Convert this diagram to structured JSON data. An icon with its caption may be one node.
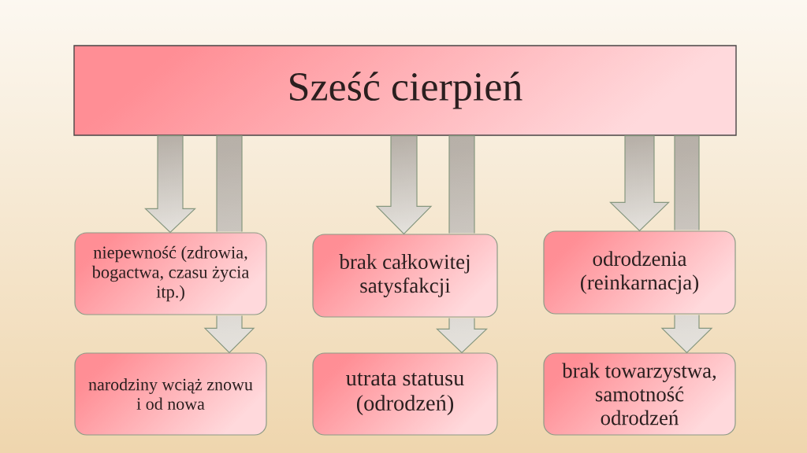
{
  "diagram": {
    "nodes": [
      {
        "text": [
          "Sześć cierpień"
        ]
      },
      {
        "text": [
          "niepewność (zdrowia, bogactwa, czasu życia itp.)"
        ]
      },
      {
        "text": [
          "brak całkowitej satysfakcji"
        ]
      },
      {
        "text": [
          "odrodzenia (reinkarnacja)"
        ]
      },
      {
        "text": [
          "narodziny wciąż znowu i od nowa"
        ]
      },
      {
        "text": [
          "utrata statusu (odrodzeń)"
        ]
      },
      {
        "text": [
          "brak towarzystwa, samotność odrodzeń"
        ]
      }
    ],
    "edges": [
      {
        "from": 0,
        "to": 1,
        "arrow": "to"
      },
      {
        "from": 0,
        "to": 4,
        "arrow": "to"
      },
      {
        "from": 0,
        "to": 2,
        "arrow": "to"
      },
      {
        "from": 0,
        "to": 5,
        "arrow": "to"
      },
      {
        "from": 0,
        "to": 3,
        "arrow": "to"
      },
      {
        "from": 0,
        "to": 6,
        "arrow": "to"
      }
    ]
  }
}
